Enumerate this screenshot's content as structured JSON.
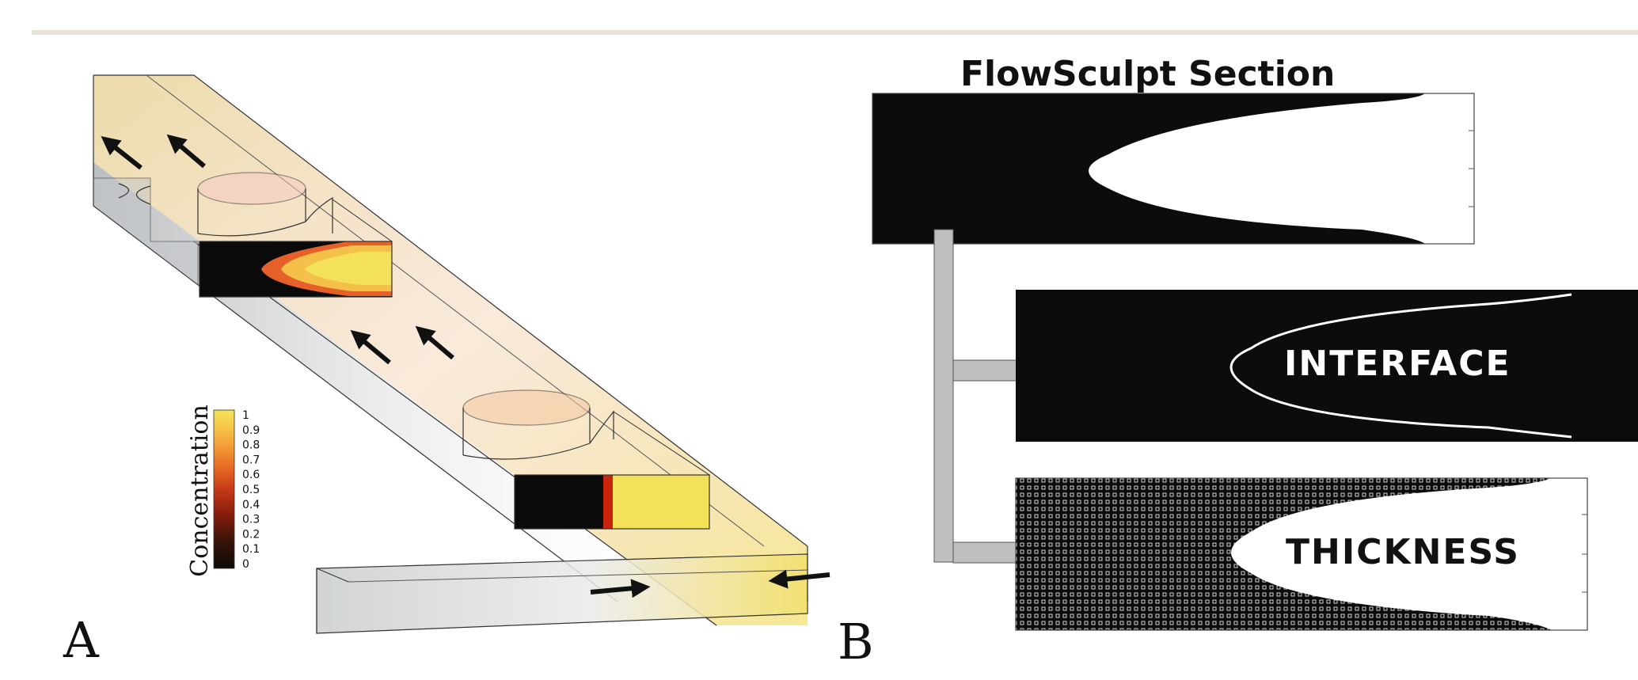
{
  "panel_a": {
    "label": "A",
    "colorbar": {
      "title": "Concentration",
      "ticks": [
        "1",
        "0.9",
        "0.8",
        "0.7",
        "0.6",
        "0.5",
        "0.4",
        "0.3",
        "0.2",
        "0.1",
        "0"
      ],
      "colors": [
        "#0d0a08",
        "#3a1408",
        "#8a1e0e",
        "#c63a16",
        "#e86a24",
        "#f4a038",
        "#f6c84a",
        "#f4e458"
      ]
    }
  },
  "panel_b": {
    "label": "B",
    "title": "FlowSculpt Section",
    "interface_label": "INTERFACE",
    "thickness_label": "THICKNESS"
  },
  "colors": {
    "header_rule": "#e6e3d9",
    "flow_fluid": "#f3e15a",
    "background_fluid": "#0b0d0c",
    "connector": "#bfbfbf"
  }
}
